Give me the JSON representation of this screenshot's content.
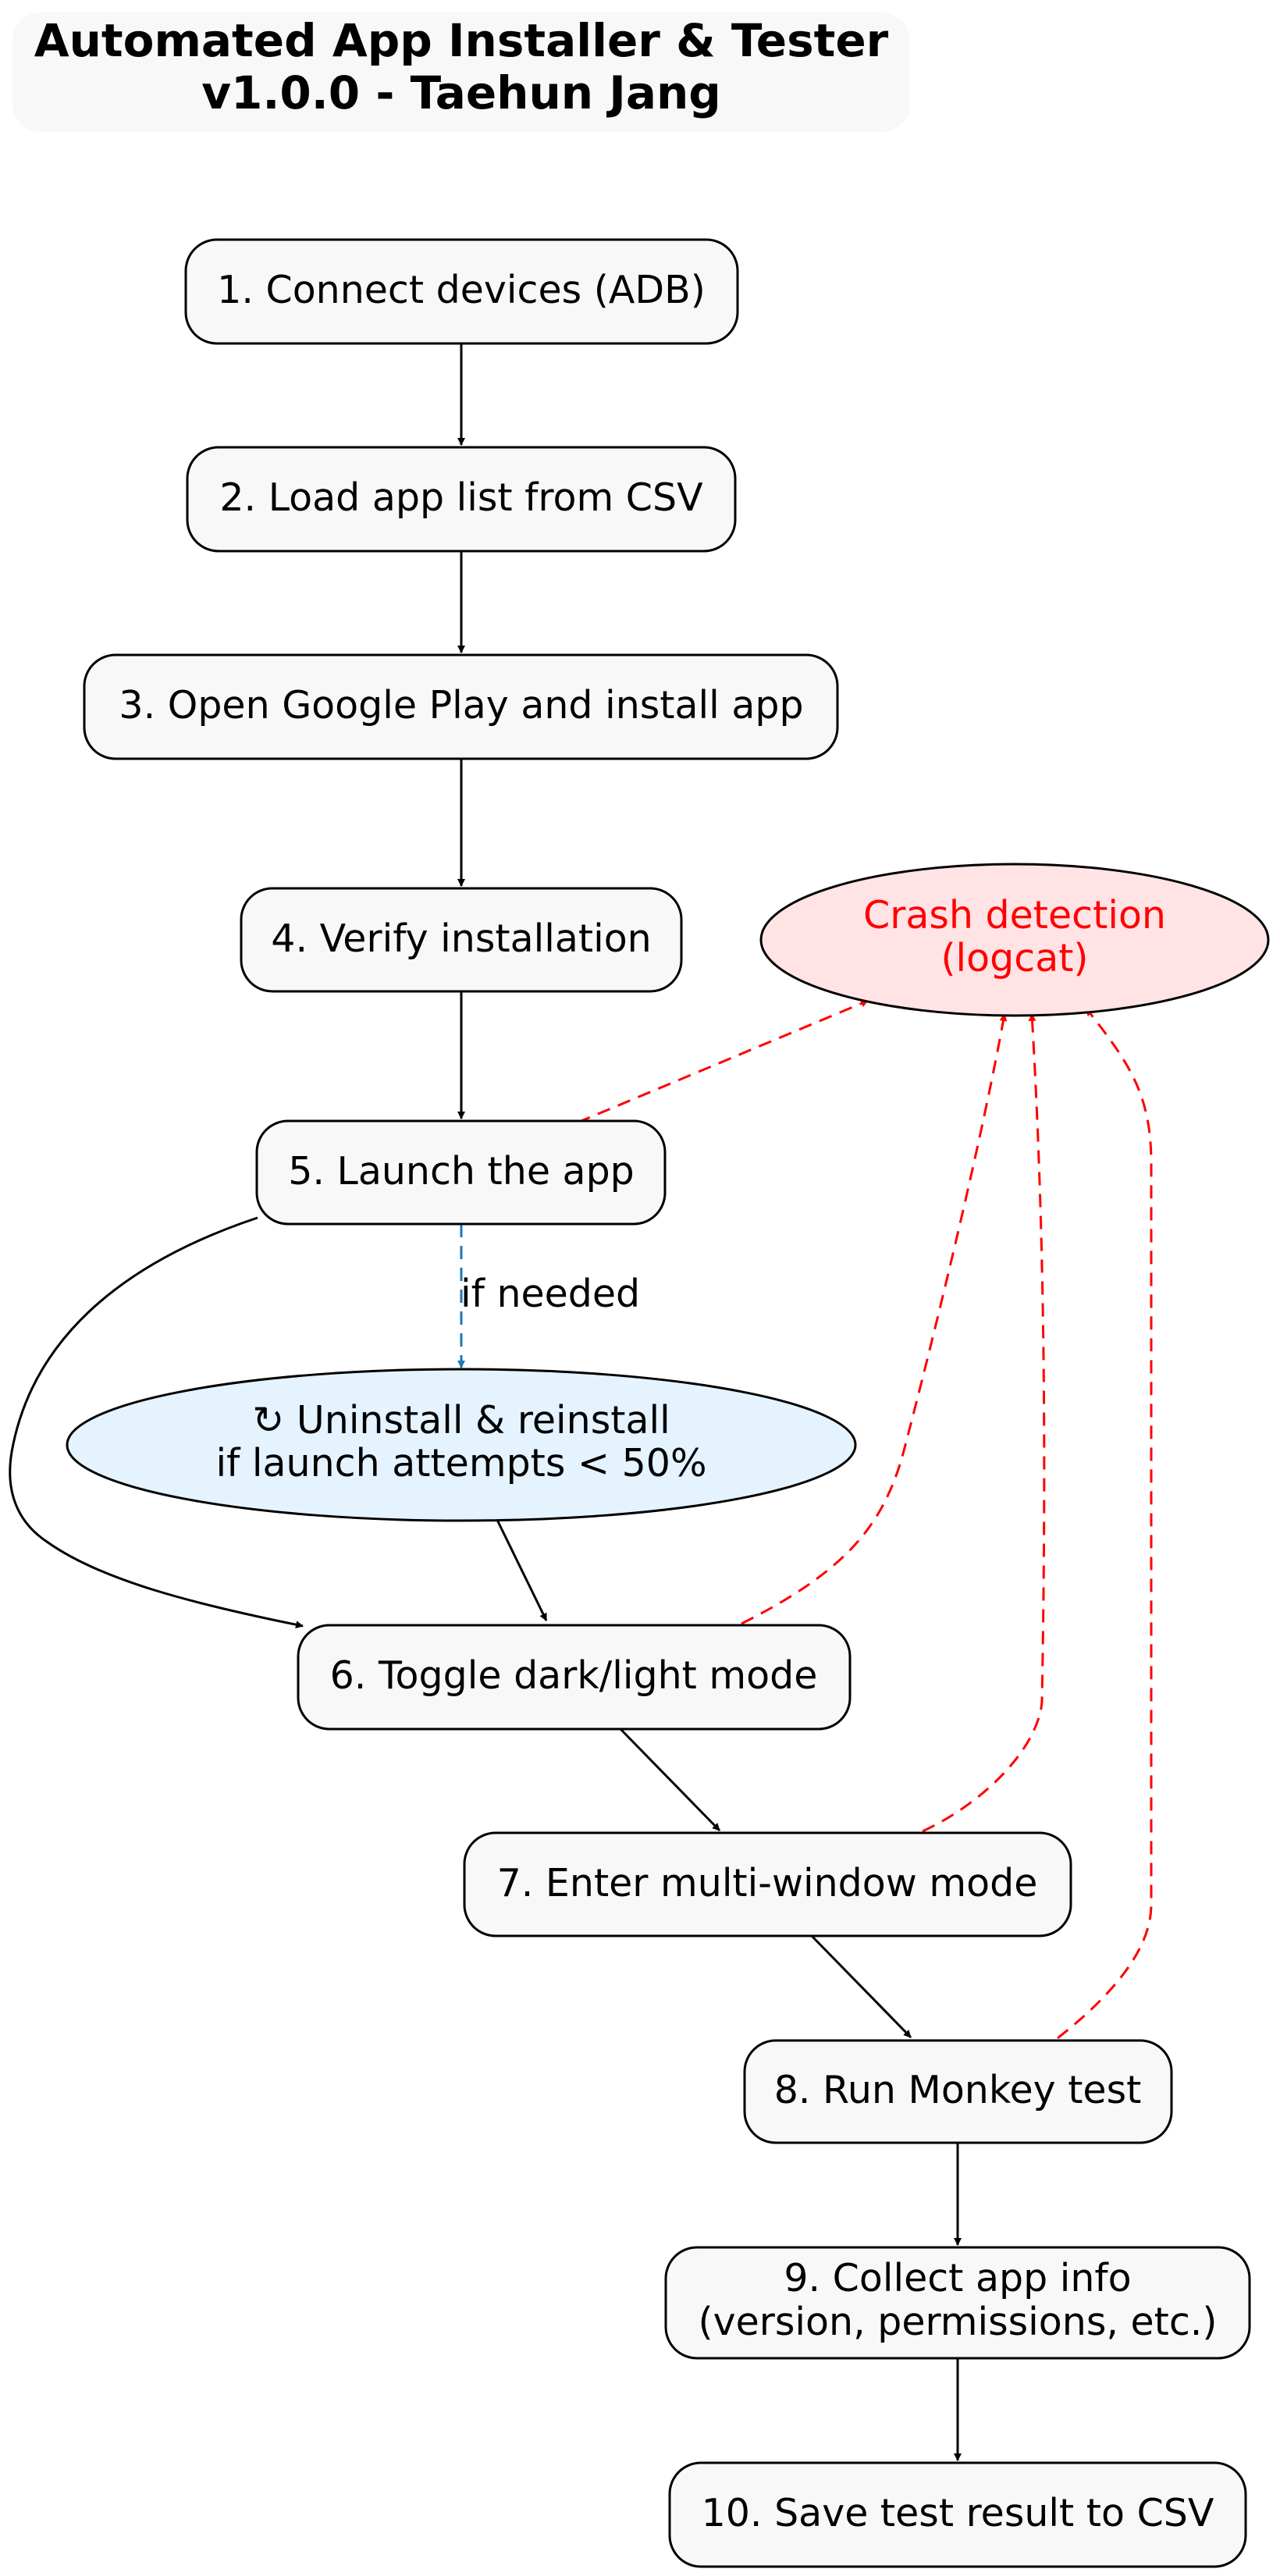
{
  "title": {
    "line1": "Automated App Installer & Tester",
    "line2": "v1.0.0 - Taehun Jang"
  },
  "steps": {
    "s1": "1. Connect devices (ADB)",
    "s2": "2. Load app list from CSV",
    "s3": "3. Open Google Play and install app",
    "s4": "4. Verify installation",
    "s5": "5. Launch the app",
    "s6": "6. Toggle dark/light mode",
    "s7": "7. Enter multi-window mode",
    "s8": "8. Run Monkey test",
    "s9_line1": "9. Collect app info",
    "s9_line2": "(version, permissions, etc.)",
    "s10": "10. Save test result to CSV"
  },
  "crash": {
    "line1": "Crash detection",
    "line2": "(logcat)"
  },
  "reinstall": {
    "line1": "↻ Uninstall & reinstall",
    "line2": "if launch attempts < 50%"
  },
  "edge_labels": {
    "if_needed": "if needed"
  },
  "colors": {
    "box_fill": "#f8f8f8",
    "title_fill": "#f8f8f8",
    "crash_fill": "#ffe3e5",
    "crash_text": "#ff0000",
    "crash_edges": "#ff0000",
    "reinstall_fill": "#e5f3ff",
    "reinstall_edge": "#1f77b4"
  }
}
